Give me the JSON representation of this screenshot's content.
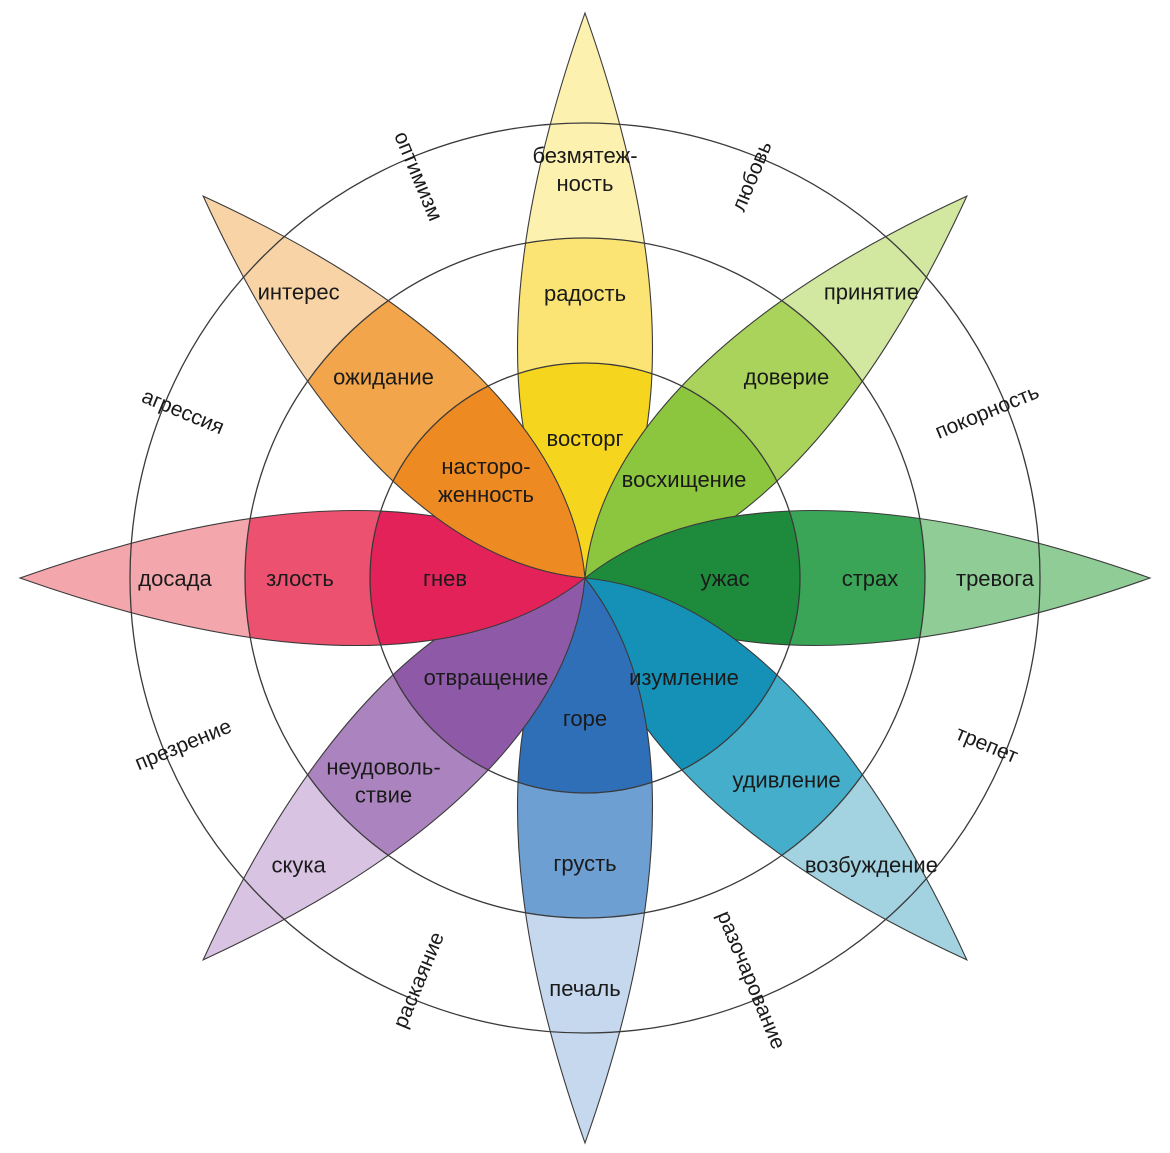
{
  "petals": [
    {
      "id": "yellow",
      "angle": 0,
      "colors": [
        "#f5d51e",
        "#fbe473",
        "#fdf1b0"
      ],
      "labels": [
        "восторг",
        "радость",
        "безмятеж-\nность"
      ]
    },
    {
      "id": "lightgreen",
      "angle": 45,
      "colors": [
        "#8cc63f",
        "#a9d35a",
        "#d2e7a0"
      ],
      "labels": [
        "восхищение",
        "доверие",
        "принятие"
      ]
    },
    {
      "id": "darkgreen",
      "angle": 90,
      "colors": [
        "#1e8a3c",
        "#3aa556",
        "#8fcc96"
      ],
      "labels": [
        "ужас",
        "страх",
        "тревога"
      ]
    },
    {
      "id": "teal",
      "angle": 135,
      "colors": [
        "#1591b8",
        "#44aecb",
        "#a3d3e1"
      ],
      "labels": [
        "изумление",
        "удивление",
        "возбуждение"
      ]
    },
    {
      "id": "blue",
      "angle": 180,
      "colors": [
        "#2f6fb8",
        "#6e9fd2",
        "#c6d8ee"
      ],
      "labels": [
        "горе",
        "грусть",
        "печаль"
      ]
    },
    {
      "id": "purple",
      "angle": 225,
      "colors": [
        "#8e5aa8",
        "#ab84bf",
        "#d8c3e2"
      ],
      "labels": [
        "отвращение",
        "неудоволь-\nствие",
        "скука"
      ]
    },
    {
      "id": "red",
      "angle": 270,
      "colors": [
        "#e3225a",
        "#ec5270",
        "#f4a6ad"
      ],
      "labels": [
        "гнев",
        "злость",
        "досада"
      ]
    },
    {
      "id": "orange",
      "angle": 315,
      "colors": [
        "#ee8a22",
        "#f2a54a",
        "#f8d3a6"
      ],
      "labels": [
        "насторо-\nженность",
        "ожидание",
        "интерес"
      ]
    }
  ],
  "between": [
    {
      "angle": 22.5,
      "text": "любовь"
    },
    {
      "angle": 67.5,
      "text": "покорность"
    },
    {
      "angle": 112.5,
      "text": "трепет"
    },
    {
      "angle": 157.5,
      "text": "разочарование"
    },
    {
      "angle": 202.5,
      "text": "раскаяние"
    },
    {
      "angle": 247.5,
      "text": "презрение"
    },
    {
      "angle": 292.5,
      "text": "агрессия"
    },
    {
      "angle": 337.5,
      "text": "оптимизм"
    }
  ]
}
